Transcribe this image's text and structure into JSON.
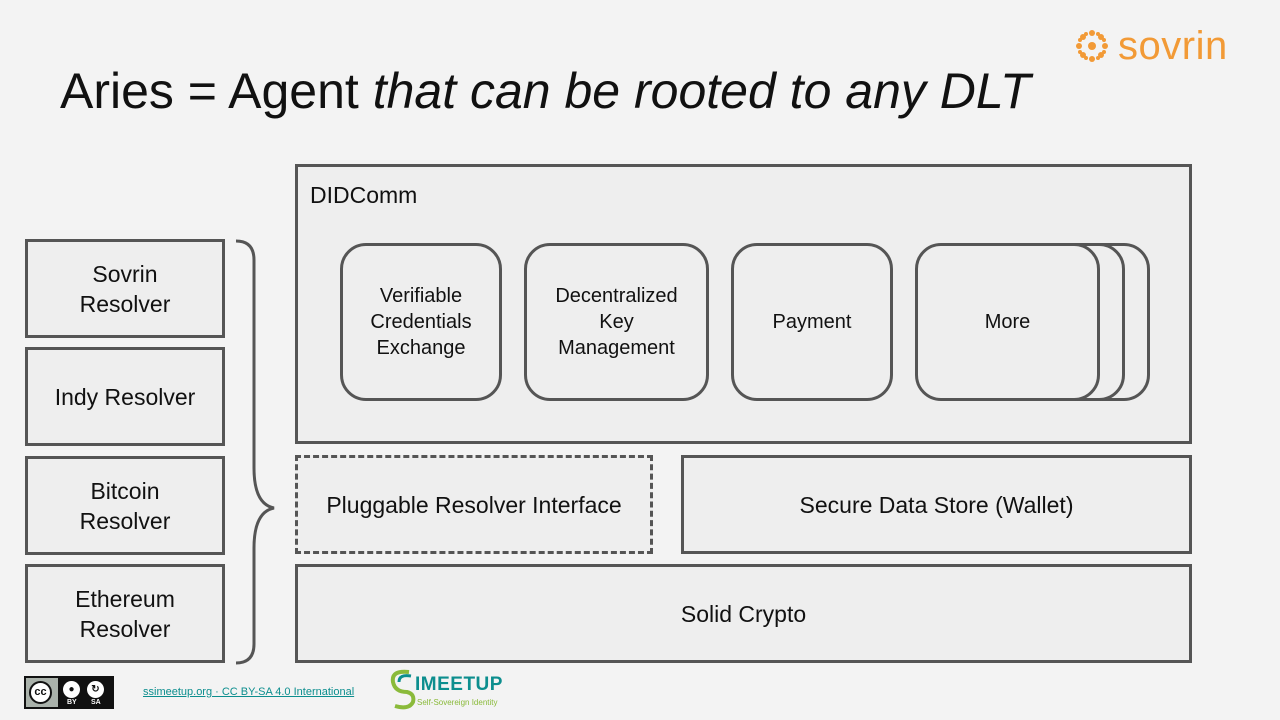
{
  "brand": {
    "name": "sovrin",
    "color": "#f29a36"
  },
  "slide": {
    "title_prefix": "Aries = Agent ",
    "title_italic": "that can be rooted to any DLT"
  },
  "resolvers": [
    {
      "label": "Sovrin\nResolver"
    },
    {
      "label": "Indy Resolver"
    },
    {
      "label": "Bitcoin\nResolver"
    },
    {
      "label": "Ethereum\nResolver"
    }
  ],
  "didcomm": {
    "label": "DIDComm",
    "cards": [
      {
        "label": "Verifiable\nCredentials\nExchange"
      },
      {
        "label": "Decentralized\nKey\nManagement"
      },
      {
        "label": "Payment"
      },
      {
        "label": "More"
      }
    ]
  },
  "layers": {
    "resolver_interface": "Pluggable Resolver Interface",
    "data_store": "Secure Data Store (Wallet)",
    "crypto": "Solid Crypto"
  },
  "footer": {
    "license_badge": {
      "cc": "cc",
      "by": "BY",
      "sa": "SA"
    },
    "link_text": "ssimeetup.org · CC BY-SA 4.0 International",
    "meetup_wordmark": "IMEETUP",
    "meetup_subtitle": "Self-Sovereign Identity",
    "meetup_color": "#0c8e8e"
  }
}
